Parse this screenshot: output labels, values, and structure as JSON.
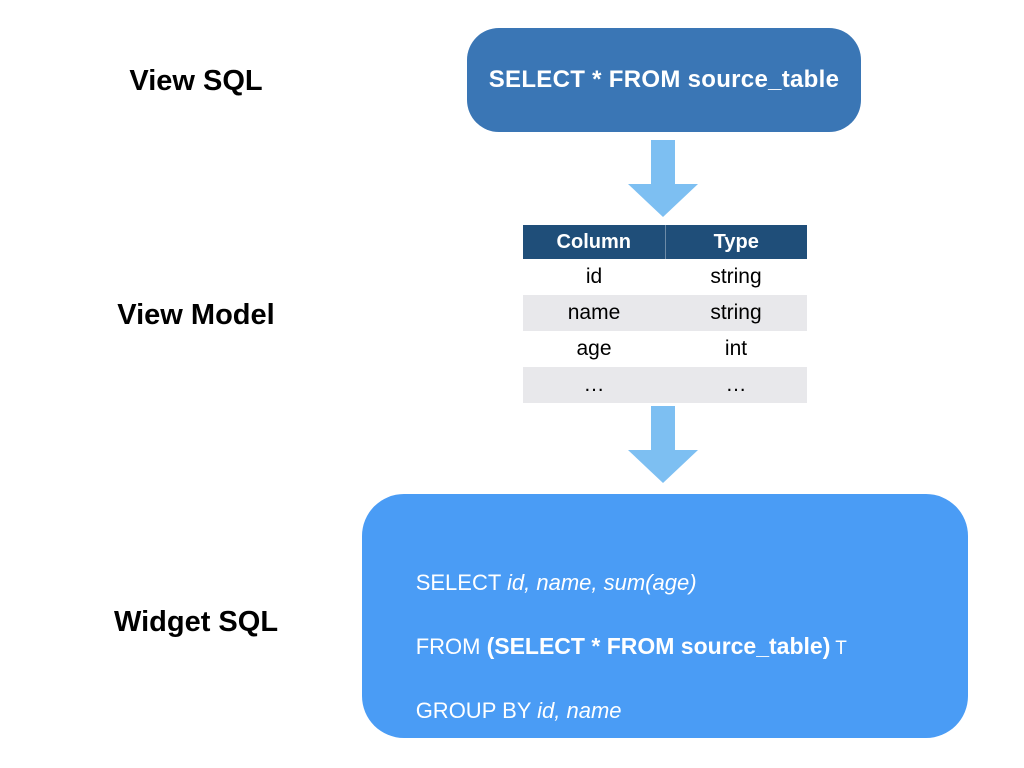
{
  "labels": {
    "view_sql": "View SQL",
    "view_model": "View Model",
    "widget_sql": "Widget SQL"
  },
  "view_sql_box": {
    "text": "SELECT * FROM source_table"
  },
  "view_model_table": {
    "headers": [
      "Column",
      "Type"
    ],
    "rows": [
      [
        "id",
        "string"
      ],
      [
        "name",
        "string"
      ],
      [
        "age",
        "int"
      ],
      [
        "…",
        "…"
      ]
    ]
  },
  "widget_sql_box": {
    "lines": [
      {
        "segments": [
          {
            "text": "SELECT ",
            "style": "regular"
          },
          {
            "text": "id, name, sum(age)",
            "style": "italic"
          }
        ]
      },
      {
        "segments": [
          {
            "text": "FROM ",
            "style": "regular"
          },
          {
            "text": "(SELECT * FROM source_table)",
            "style": "bold"
          },
          {
            "text": " T",
            "style": "regular-small"
          }
        ]
      },
      {
        "segments": [
          {
            "text": "GROUP BY ",
            "style": "regular"
          },
          {
            "text": "id, name",
            "style": "italic"
          }
        ]
      }
    ]
  },
  "icons": {
    "arrow_top": "down-arrow-icon",
    "arrow_bottom": "down-arrow-icon"
  },
  "colors": {
    "view_sql_box_bg": "#3A76B5",
    "table_header_bg": "#1F4E79",
    "table_row_bg": "#FFFFFF",
    "table_row_alt_bg": "#E8E8EB",
    "widget_sql_box_bg": "#4A9CF5",
    "arrow": "#7DBFF2",
    "text_on_blue": "#FFFFFF",
    "text": "#000000"
  }
}
